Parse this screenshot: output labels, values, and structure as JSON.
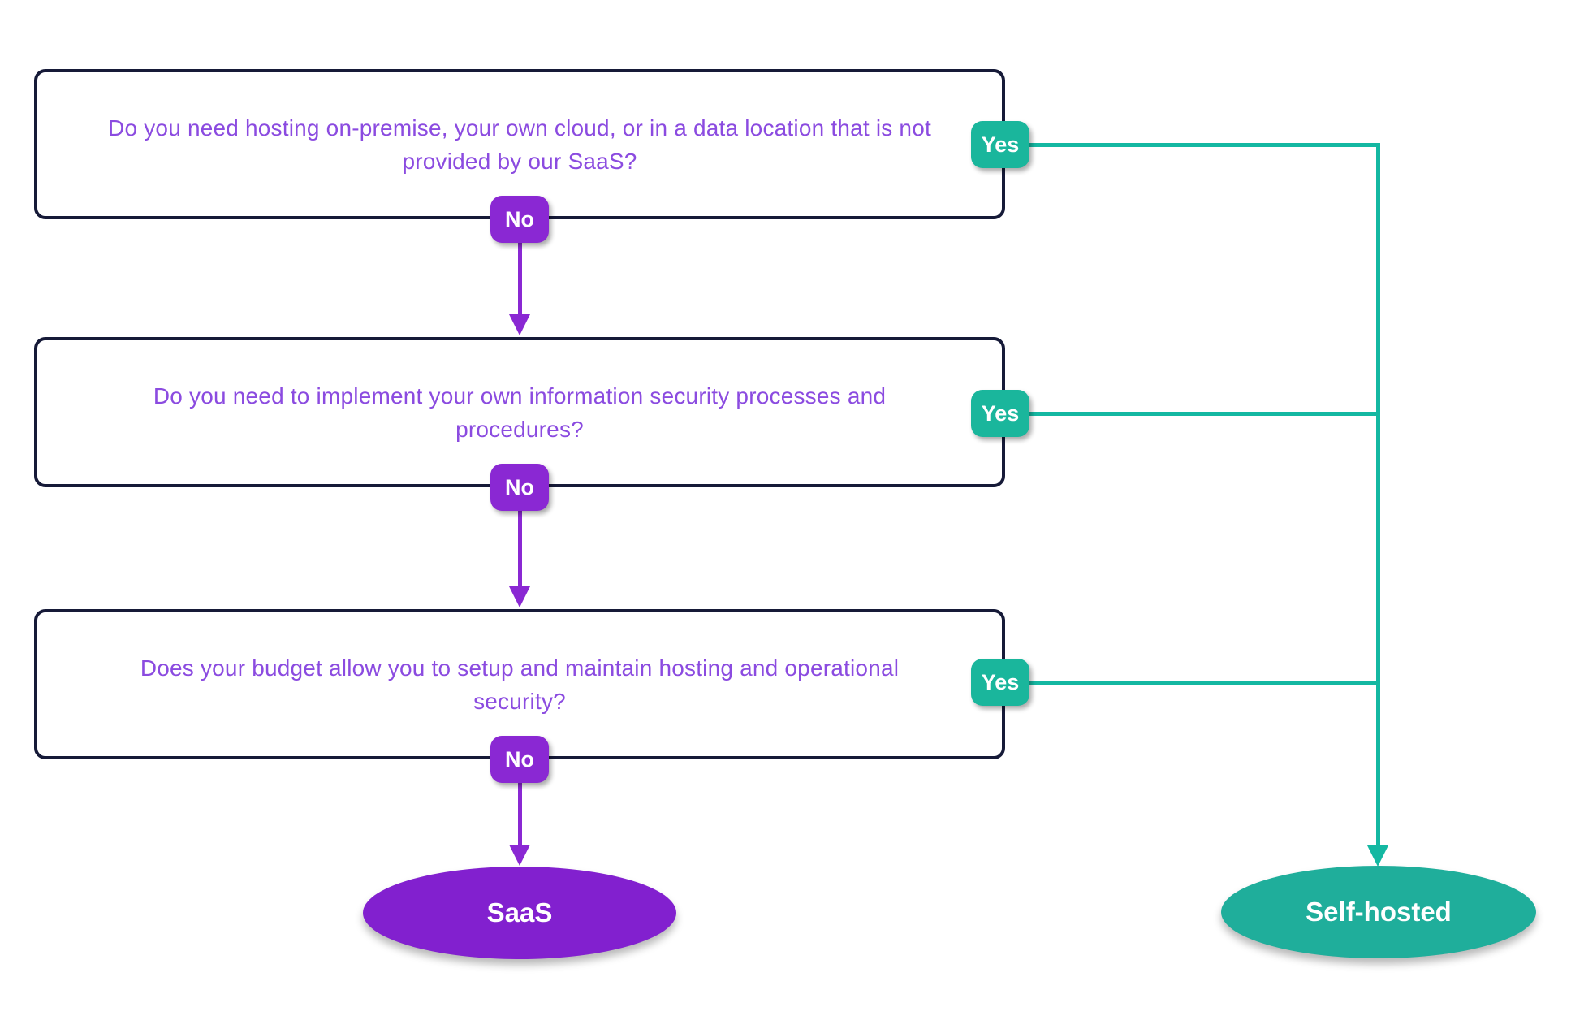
{
  "diagram": {
    "type": "decision-flowchart",
    "questions": [
      {
        "text": "Do you need hosting on-premise, your own cloud, or in a data location that is not provided by our SaaS?",
        "yes_label": "Yes",
        "no_label": "No"
      },
      {
        "text": "Do you need to implement your own information security processes and procedures?",
        "yes_label": "Yes",
        "no_label": "No"
      },
      {
        "text": "Does your budget allow you to setup and maintain hosting and operational security?",
        "yes_label": "Yes",
        "no_label": "No"
      }
    ],
    "outcomes": {
      "no_path": {
        "label": "SaaS"
      },
      "yes_path": {
        "label": "Self-hosted"
      }
    },
    "edges": [
      {
        "from": "question-1",
        "answer": "Yes",
        "to": "Self-hosted"
      },
      {
        "from": "question-1",
        "answer": "No",
        "to": "question-2"
      },
      {
        "from": "question-2",
        "answer": "Yes",
        "to": "Self-hosted"
      },
      {
        "from": "question-2",
        "answer": "No",
        "to": "question-3"
      },
      {
        "from": "question-3",
        "answer": "Yes",
        "to": "Self-hosted"
      },
      {
        "from": "question-3",
        "answer": "No",
        "to": "SaaS"
      }
    ],
    "colors": {
      "question_text": "#8b4be0",
      "box_border": "#161a38",
      "no_badge": "#8a28d3",
      "no_arrow": "#8a28d3",
      "saas_ellipse": "#8220cf",
      "yes_badge": "#1ab69c",
      "yes_line": "#14b8a2",
      "self_hosted_ellipse": "#1fae9b",
      "badge_text": "#ffffff",
      "outcome_text": "#ffffff"
    }
  }
}
